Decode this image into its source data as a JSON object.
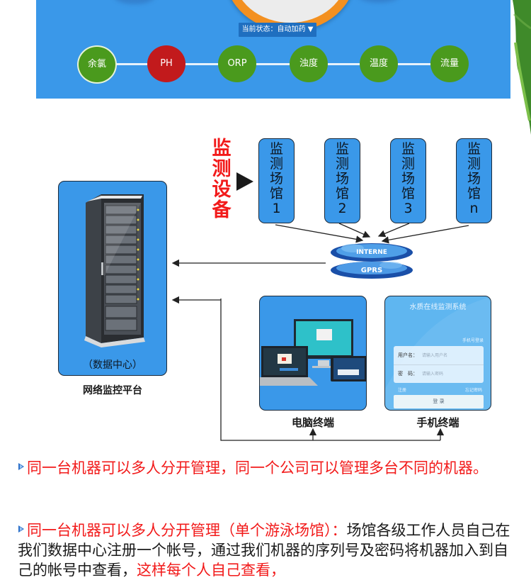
{
  "top_panel": {
    "status_label": "当前状态：自动加药 ▼",
    "parameters": [
      {
        "label": "余氯",
        "color": "#4a9a1d"
      },
      {
        "label": "PH",
        "color": "#c21a1c"
      },
      {
        "label": "ORP",
        "color": "#4a9a1d"
      },
      {
        "label": "浊度",
        "color": "#4a9a1d"
      },
      {
        "label": "温度",
        "color": "#4a9a1d"
      },
      {
        "label": "流量",
        "color": "#4a9a1d"
      }
    ]
  },
  "diagram": {
    "devices_label": "监测设备",
    "venues": [
      {
        "label": "监测场馆",
        "id": "1"
      },
      {
        "label": "监测场馆",
        "id": "2"
      },
      {
        "label": "监测场馆",
        "id": "3"
      },
      {
        "label": "监测场馆",
        "id": "n"
      }
    ],
    "cloud_top": "INTERNE",
    "cloud_bottom": "GPRS",
    "server_caption": "（数据中心）",
    "server_label": "网络监控平台",
    "pc_label": "电脑终端",
    "phone_label": "手机终端",
    "phone_app": {
      "title": "水质在线监测系统",
      "phone_login_link": "手机号登录",
      "username_label": "用户名：",
      "username_placeholder": "请输入用户名",
      "password_label": "密　码：",
      "password_placeholder": "请输入密码",
      "register_link": "注册",
      "forgot_link": "忘记密码",
      "login_button": "登 录"
    }
  },
  "bullets": [
    {
      "red_text": "同一台机器可以多人分开管理，同一个公司可以管理多台不同的机器。",
      "black_text": "",
      "red_tail": ""
    },
    {
      "red_text": "同一台机器可以多人分开管理（单个游泳场馆）：",
      "black_text": "场馆各级工作人员自己在我们数据中心注册一个帐号，通过我们机器的序列号及密码将机器加入到自己的帐号中查看，",
      "red_tail": "这样每个人自己查看，"
    }
  ],
  "colors": {
    "panel_blue": "#3a98e9",
    "accent_red": "#f21a1a",
    "gauge_orange": "#f39020"
  }
}
